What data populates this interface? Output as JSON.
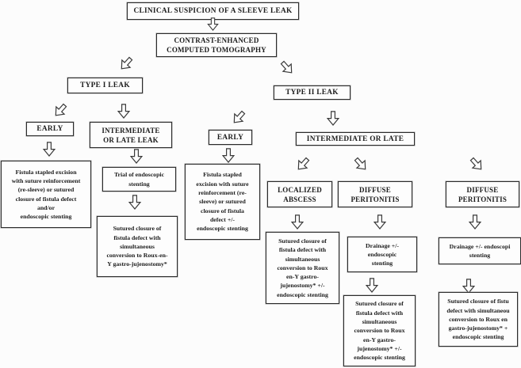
{
  "figure": {
    "type": "flowchart",
    "title": "Sleeve leak management algorithm",
    "colors": {
      "background": "#fcfcfc",
      "box_fill": "#fdfdfd",
      "border": "#2b2b2b",
      "text": "#1c1c1c",
      "arrow_outline": "#3a3a3a"
    },
    "nodes": {
      "clinical_suspicion": {
        "label": "CLINICAL SUSPICION OF A SLEEVE LEAK"
      },
      "ct": {
        "label": "CONTRAST-ENHANCED\nCOMPUTED TOMOGRAPHY"
      },
      "type1": {
        "label": "TYPE I LEAK"
      },
      "type2": {
        "label": "TYPE II LEAK"
      },
      "early1": {
        "label": "EARLY"
      },
      "intlate1": {
        "label": "INTERMEDIATE\nOR LATE LEAK"
      },
      "fistula1": {
        "label": "Fistula stapled excision\nwith suture reinforcement\n(re-sleeve) or sutured\nclosure of fistula defect\nand/or\nendoscopic stenting"
      },
      "trial": {
        "label": "Trial of endoscopic\nstenting"
      },
      "sutured1": {
        "label": "Sutured closure of\nfistula defect with\nsimultaneous\nconversion to Roux-en-\nY gastro-jujenostomy*"
      },
      "early2": {
        "label": "EARLY"
      },
      "fistula2": {
        "label": "Fistula stapled\nexcision with suture\nreinforcement (re-\nsleeve) or sutured\nclosure of fistula\ndefect +/-\nendoscopic stenting"
      },
      "intlate2": {
        "label": "INTERMEDIATE OR LATE"
      },
      "localized_abscess": {
        "label": "LOCALIZED\nABSCESS"
      },
      "diffuse_peritonitis_mid": {
        "label": "DIFFUSE\nPERITONITIS"
      },
      "diffuse_peritonitis_right": {
        "label": "DIFFUSE\nPERITONITIS"
      },
      "sutured2": {
        "label": "Sutured closure of\nfistula defect with\nsimultaneous\nconversion to Roux\nen-Y gastro-\njujenostomy* +/-\nendoscopic stenting"
      },
      "drainage_mid": {
        "label": "Drainage +/-\nendoscopic\nstenting"
      },
      "sutured3": {
        "label": "Sutured closure of\nfistula defect with\nsimultaneous\nconversion to Roux\nen-Y gastro-\njujenostomy* +/-\nendoscopic stenting"
      },
      "drainage_right": {
        "label": "Drainage +/- endoscopi\nstenting"
      },
      "sutured4": {
        "label": "Sutured closure of fistu\ndefect with simultaneou\nconversion to Roux en\ngastro-jujenostomy* +\nendoscopic stenting"
      }
    }
  }
}
